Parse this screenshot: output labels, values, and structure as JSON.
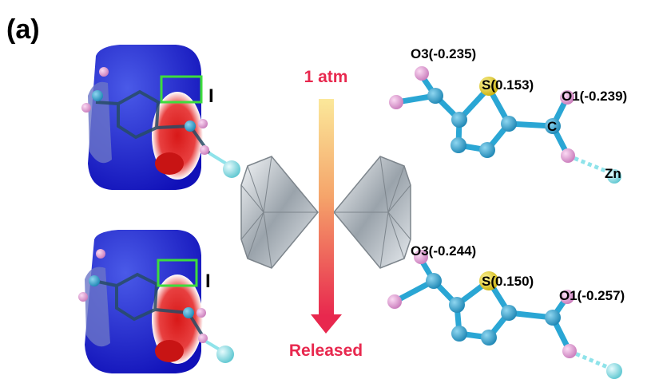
{
  "panel_label": "(a)",
  "pressure": {
    "top_label": "1 atm",
    "bottom_label": "Released"
  },
  "hirshfeld": {
    "top_marker": "I",
    "bottom_marker": "I",
    "colors": {
      "surface": "#1a1ad6",
      "contact": "#e02020",
      "box": "#3ddc3d"
    }
  },
  "molecule_top": {
    "o3": "O3(-0.235)",
    "s": "S(0.153)",
    "o1": "O1(-0.239)",
    "c": "C",
    "zn": "Zn"
  },
  "molecule_bottom": {
    "o3": "O3(-0.244)",
    "s": "S(0.150)",
    "o1": "O1(-0.257)"
  },
  "atom_colors": {
    "carbon": "#2aa6d4",
    "oxygen": "#e39ad6",
    "sulfur": "#e8d21a",
    "zinc": "#8fe3ea"
  },
  "icons": [
    "diamond-anvil-left-icon",
    "diamond-anvil-right-icon",
    "pressure-arrow-icon"
  ]
}
